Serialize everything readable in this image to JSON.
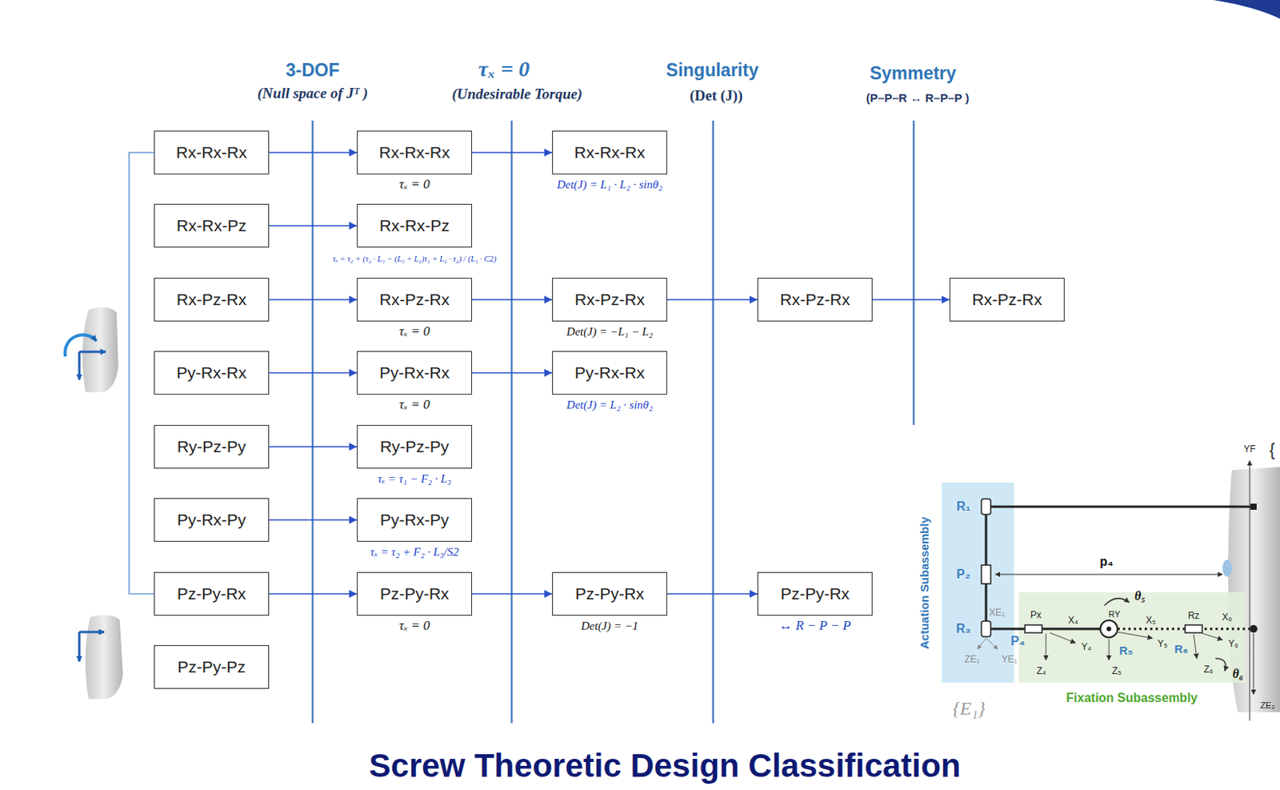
{
  "diagram": {
    "title": "Screw Theoretic Design Classification",
    "nodes": [
      {
        "text": [
          "Rx-Rx-Rx"
        ]
      },
      {
        "text": [
          "Rx-Rx-Rx",
          "τₓ = 0"
        ]
      },
      {
        "text": [
          "Rx-Rx-Rx",
          "Det(J) = L₁ · L₂ · sinθ₂"
        ]
      },
      {
        "text": [
          "Rx-Rx-Pz"
        ]
      },
      {
        "text": [
          "Rx-Rx-Pz",
          "τₓ = τ₂ + (τ₂ · L₃ − (L₃ + L₂)τ₁ + L₂ · τ₂) / (L₁ · C2)"
        ]
      },
      {
        "text": [
          "Rx-Pz-Rx"
        ]
      },
      {
        "text": [
          "Rx-Pz-Rx",
          "τₓ = 0"
        ]
      },
      {
        "text": [
          "Rx-Pz-Rx",
          "Det(J) = −L₁ − L₂"
        ]
      },
      {
        "text": [
          "Rx-Pz-Rx"
        ]
      },
      {
        "text": [
          "Rx-Pz-Rx"
        ]
      },
      {
        "text": [
          "Py-Rx-Rx"
        ]
      },
      {
        "text": [
          "Py-Rx-Rx",
          "τₓ = 0"
        ]
      },
      {
        "text": [
          "Py-Rx-Rx",
          "Det(J) = L₂ · sinθ₂"
        ]
      },
      {
        "text": [
          "Ry-Pz-Py"
        ]
      },
      {
        "text": [
          "Ry-Pz-Py",
          "τₓ = τ₁ − F₂ · L₃"
        ]
      },
      {
        "text": [
          "Py-Rx-Py"
        ]
      },
      {
        "text": [
          "Py-Rx-Py",
          "τₓ = τ₂ + F₂ · L₃/S2"
        ]
      },
      {
        "text": [
          "Pz-Py-Rx"
        ]
      },
      {
        "text": [
          "Pz-Py-Rx",
          "τₓ = 0"
        ]
      },
      {
        "text": [
          "Pz-Py-Rx",
          "Det(J) = −1"
        ]
      },
      {
        "text": [
          "Pz-Py-Rx",
          "↔ R − P − P"
        ]
      },
      {
        "text": [
          "Pz-Py-Pz"
        ]
      },
      {
        "text": [
          "Actuation Subassembly"
        ]
      },
      {
        "text": [
          "Fixation Subassembly"
        ]
      }
    ],
    "edges": [
      {
        "from": 0,
        "to": 1,
        "arrow": "to"
      },
      {
        "from": 1,
        "to": 2,
        "arrow": "to"
      },
      {
        "from": 3,
        "to": 4,
        "arrow": "to"
      },
      {
        "from": 5,
        "to": 6,
        "arrow": "to"
      },
      {
        "from": 6,
        "to": 7,
        "arrow": "to"
      },
      {
        "from": 7,
        "to": 8,
        "arrow": "to"
      },
      {
        "from": 8,
        "to": 9,
        "arrow": "to"
      },
      {
        "from": 10,
        "to": 11,
        "arrow": "to"
      },
      {
        "from": 11,
        "to": 12,
        "arrow": "to"
      },
      {
        "from": 13,
        "to": 14,
        "arrow": "to"
      },
      {
        "from": 15,
        "to": 16,
        "arrow": "to"
      },
      {
        "from": 17,
        "to": 18,
        "arrow": "to"
      },
      {
        "from": 18,
        "to": 19,
        "arrow": "to"
      },
      {
        "from": 19,
        "to": 20,
        "arrow": "to"
      },
      {
        "from": 0,
        "to": 17,
        "arrow": "none"
      }
    ],
    "labels": [
      "3-DOF",
      "(Null space of Jᵀ )",
      "τₓ = 0",
      "(Undesirable Torque)",
      "Singularity",
      "(Det (J))",
      "Symmetry",
      "(P–P–R ↔ R–P–P )",
      "R₁",
      "P₂",
      "R₃",
      "p₄",
      "XE₁",
      "ZE₁",
      "YE₁",
      "P₄",
      "Px",
      "X₄",
      "Y₄",
      "Z₄",
      "RY",
      "θ₅",
      "X₅",
      "R₅",
      "Y₅",
      "Z₅",
      "Rz",
      "X₆",
      "R₆",
      "Y₆",
      "Z₆",
      "θ₆",
      "{E₁}",
      "YF",
      "{",
      "ZE₂"
    ]
  }
}
